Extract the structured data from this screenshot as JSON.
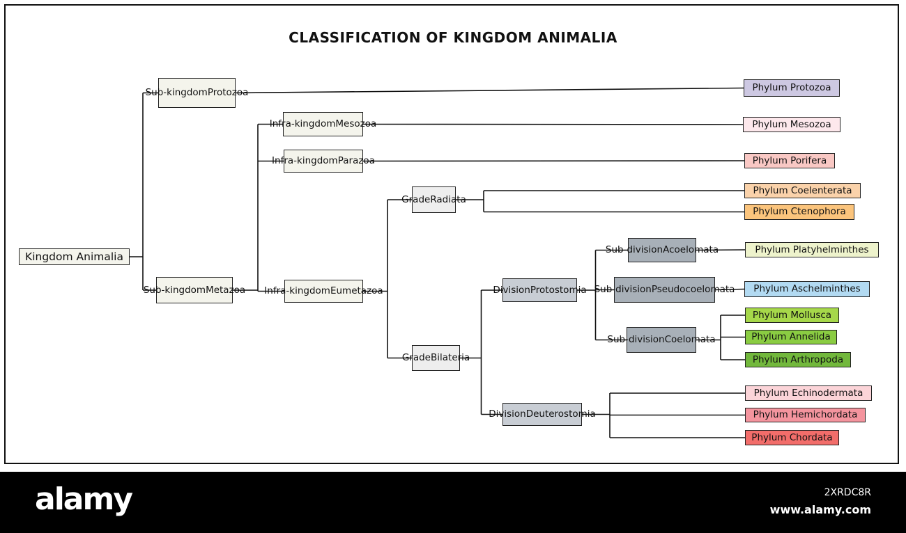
{
  "diagram": {
    "title": "CLASSIFICATION OF KINGDOM ANIMALIA",
    "nodes": {
      "kingdom": {
        "label": "Kingdom Animalia",
        "color": "#f4f4ec"
      },
      "subkingdom_protozoa": {
        "label": "Sub-kingdom\nProtozoa",
        "color": "#f4f4ec"
      },
      "subkingdom_metazoa": {
        "label": "Sub-kingdom\nMetazoa",
        "color": "#f4f4ec"
      },
      "infrakingdom_mesozoa": {
        "label": "Infra-kingdom\nMesozoa",
        "color": "#f4f4ec"
      },
      "infrakingdom_parazoa": {
        "label": "Infra-kingdom\nParazoa",
        "color": "#f4f4ec"
      },
      "infrakingdom_eumetazoa": {
        "label": "Infra-kingdom\nEumetazoa",
        "color": "#f4f4ec"
      },
      "grade_radiata": {
        "label": "Grade\nRadiata",
        "color": "#eeeeee"
      },
      "grade_bilateria": {
        "label": "Grade\nBilateria",
        "color": "#eeeeee"
      },
      "division_protostomia": {
        "label": "Division\nProtostomia",
        "color": "#c8cdd4"
      },
      "division_deuterostomia": {
        "label": "Division\nDeuterostomia",
        "color": "#c8cdd4"
      },
      "subdivision_acoelomata": {
        "label": "Sub-division\nAcoelomata",
        "color": "#a8b0b8"
      },
      "subdivision_pseudocoelomata": {
        "label": "Sub-division\nPseudocoelomata",
        "color": "#a8b0b8"
      },
      "subdivision_coelomata": {
        "label": "Sub-division\nCoelomata",
        "color": "#a8b0b8"
      },
      "phylum_protozoa": {
        "label": "Phylum Protozoa",
        "color": "#cdc8e2"
      },
      "phylum_mesozoa": {
        "label": "Phylum Mesozoa",
        "color": "#fde8ec"
      },
      "phylum_porifera": {
        "label": "Phylum Porifera",
        "color": "#f9c8c4"
      },
      "phylum_coelenterata": {
        "label": "Phylum Coelenterata",
        "color": "#fad2aa"
      },
      "phylum_ctenophora": {
        "label": "Phylum Ctenophora",
        "color": "#fbc47c"
      },
      "phylum_platyhelminthes": {
        "label": "Phylum Platyhelminthes",
        "color": "#eef3cc"
      },
      "phylum_aschelminthes": {
        "label": "Phylum Aschelminthes",
        "color": "#b2daf2"
      },
      "phylum_mollusca": {
        "label": "Phylum Mollusca",
        "color": "#a6d84a"
      },
      "phylum_annelida": {
        "label": "Phylum Annelida",
        "color": "#8acc42"
      },
      "phylum_arthropoda": {
        "label": "Phylum Arthropoda",
        "color": "#72b83c"
      },
      "phylum_echinodermata": {
        "label": "Phylum Echinodermata",
        "color": "#fbd4d8"
      },
      "phylum_hemichordata": {
        "label": "Phylum Hemichordata",
        "color": "#f4949e"
      },
      "phylum_chordata": {
        "label": "Phylum Chordata",
        "color": "#f26d6a"
      }
    },
    "edges": [
      [
        "kingdom",
        "subkingdom_protozoa"
      ],
      [
        "kingdom",
        "subkingdom_metazoa"
      ],
      [
        "subkingdom_protozoa",
        "phylum_protozoa"
      ],
      [
        "subkingdom_metazoa",
        "infrakingdom_mesozoa"
      ],
      [
        "subkingdom_metazoa",
        "infrakingdom_parazoa"
      ],
      [
        "subkingdom_metazoa",
        "infrakingdom_eumetazoa"
      ],
      [
        "infrakingdom_mesozoa",
        "phylum_mesozoa"
      ],
      [
        "infrakingdom_parazoa",
        "phylum_porifera"
      ],
      [
        "infrakingdom_eumetazoa",
        "grade_radiata"
      ],
      [
        "infrakingdom_eumetazoa",
        "grade_bilateria"
      ],
      [
        "grade_radiata",
        "phylum_coelenterata"
      ],
      [
        "grade_radiata",
        "phylum_ctenophora"
      ],
      [
        "grade_bilateria",
        "division_protostomia"
      ],
      [
        "grade_bilateria",
        "division_deuterostomia"
      ],
      [
        "division_protostomia",
        "subdivision_acoelomata"
      ],
      [
        "division_protostomia",
        "subdivision_pseudocoelomata"
      ],
      [
        "division_protostomia",
        "subdivision_coelomata"
      ],
      [
        "subdivision_acoelomata",
        "phylum_platyhelminthes"
      ],
      [
        "subdivision_pseudocoelomata",
        "phylum_aschelminthes"
      ],
      [
        "subdivision_coelomata",
        "phylum_mollusca"
      ],
      [
        "subdivision_coelomata",
        "phylum_annelida"
      ],
      [
        "subdivision_coelomata",
        "phylum_arthropoda"
      ],
      [
        "division_deuterostomia",
        "phylum_echinodermata"
      ],
      [
        "division_deuterostomia",
        "phylum_hemichordata"
      ],
      [
        "division_deuterostomia",
        "phylum_chordata"
      ]
    ],
    "line_color": "#111111"
  },
  "footer": {
    "brand": "alamy",
    "image_id": "2XRDC8R",
    "site": "www.alamy.com",
    "background": "#000000"
  }
}
